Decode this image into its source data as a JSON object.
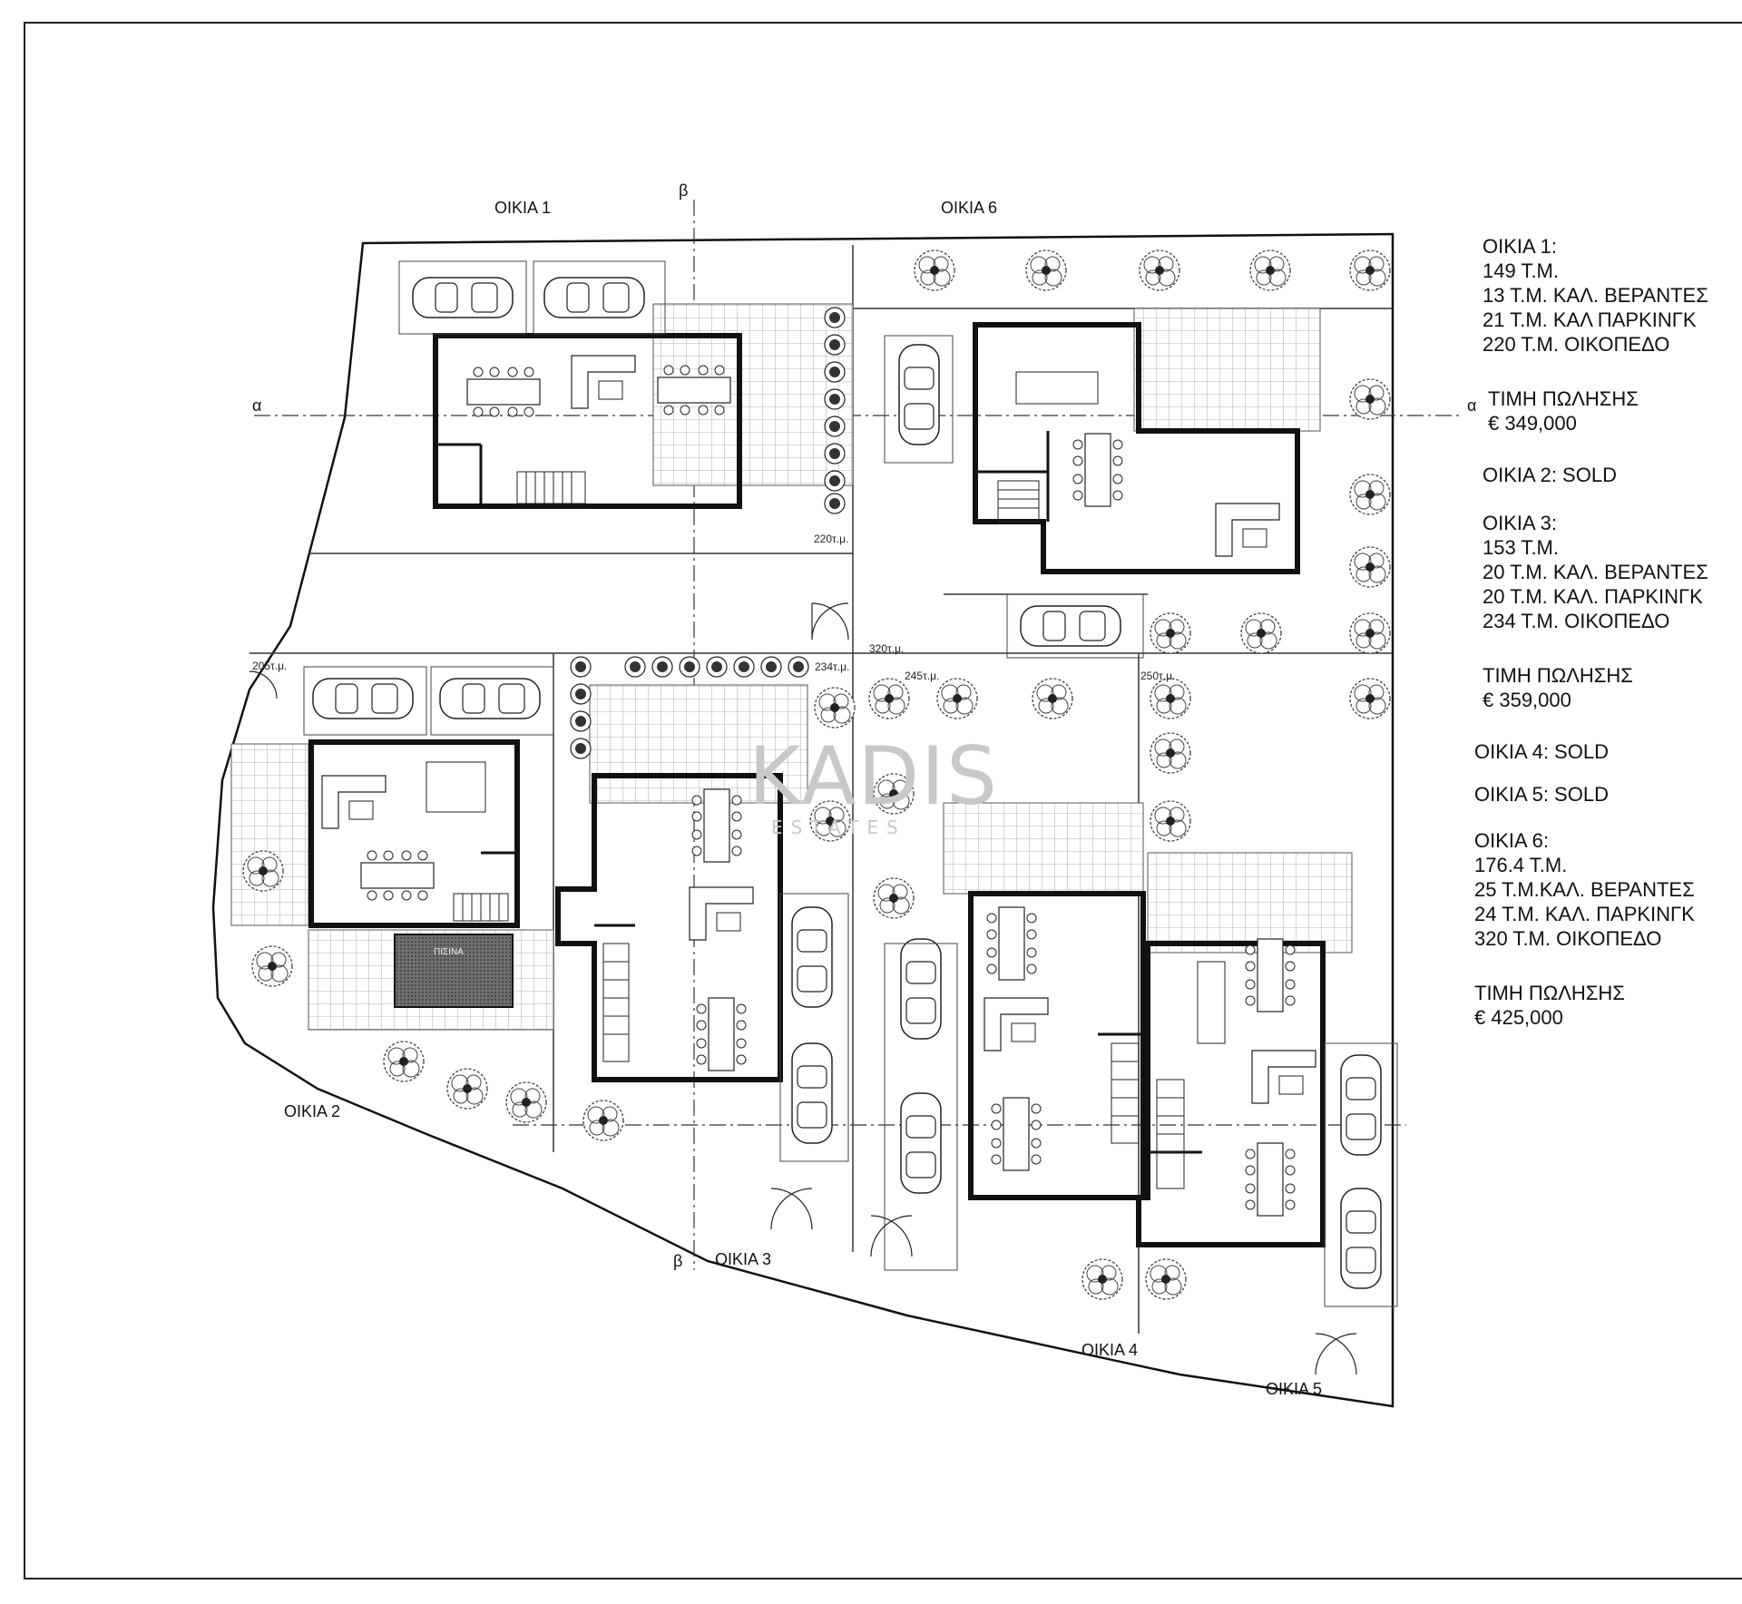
{
  "plan": {
    "houses": [
      {
        "label": "ΟΙΚΙΑ 1"
      },
      {
        "label": "ΟΙΚΙΑ 2"
      },
      {
        "label": "ΟΙΚΙΑ 3"
      },
      {
        "label": "ΟΙΚΙΑ 4"
      },
      {
        "label": "ΟΙΚΙΑ 5"
      },
      {
        "label": "ΟΙΚΙΑ 6"
      }
    ],
    "section_marks": {
      "alpha": "α",
      "beta": "β"
    },
    "plot_areas": [
      "220τ.μ.",
      "205τ.μ.",
      "234τ.μ.",
      "245τ.μ.",
      "250τ.μ.",
      "320τ.μ."
    ],
    "pool_label": "ΠΙΣΙΝΑ"
  },
  "watermark": {
    "brand": "KADIS",
    "sub": "ESTATES"
  },
  "info": {
    "h1": {
      "title": "ΟΙΚΙΑ 1:",
      "lines": [
        "149 Τ.Μ.",
        "13 Τ.Μ. ΚΑΛ. ΒΕΡΑΝΤΕΣ",
        "21 Τ.Μ. ΚΑΛ ΠΑΡΚΙΝΓΚ",
        "220 Τ.Μ. ΟΙΚΟΠΕΔΟ"
      ],
      "price_label": "ΤΙΜΗ ΠΩΛΗΣΗΣ",
      "price": "€ 349,000"
    },
    "h2": "ΟΙΚΙΑ 2: SOLD",
    "h3": {
      "title": "ΟΙΚΙΑ 3:",
      "lines": [
        "153 Τ.Μ.",
        "20 Τ.Μ. ΚΑΛ. ΒΕΡΑΝΤΕΣ",
        "20 Τ.Μ. ΚΑΛ. ΠΑΡΚΙΝΓΚ",
        "234 Τ.Μ. ΟΙΚΟΠΕΔΟ"
      ],
      "price_label": "ΤΙΜΗ ΠΩΛΗΣΗΣ",
      "price": "€ 359,000"
    },
    "h4": "ΟΙΚΙΑ 4: SOLD",
    "h5": "ΟΙΚΙΑ 5: SOLD",
    "h6": {
      "title": "ΟΙΚΙΑ 6:",
      "lines": [
        "176.4 Τ.Μ.",
        "25 Τ.Μ.ΚΑΛ. ΒΕΡΑΝΤΕΣ",
        "24 Τ.Μ. ΚΑΛ. ΠΑΡΚΙΝΓΚ",
        "320 Τ.Μ. ΟΙΚΟΠΕΔΟ"
      ],
      "price_label": "ΤΙΜΗ ΠΩΛΗΣΗΣ",
      "price": "€ 425,000"
    }
  }
}
